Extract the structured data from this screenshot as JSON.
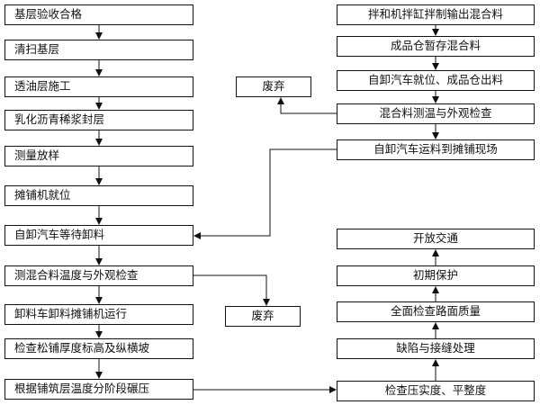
{
  "left_flow": [
    "基层验收合格",
    "清扫基层",
    "透油层施工",
    "乳化沥青稀浆封层",
    "测量放样",
    "摊铺机就位",
    "自卸汽车等待卸料",
    "测混合料温度与外观检查",
    "卸料车卸料摊铺机运行",
    "检查松铺厚度标高及纵横坡",
    "根据铺筑层温度分阶段碾压"
  ],
  "right_top_flow": [
    "拌和机拌缸拌制输出混合料",
    "成品仓暂存混合料",
    "自卸汽车就位、成品仓出料",
    "混合料测温与外观检查",
    "自卸汽车运料到摊铺现场"
  ],
  "right_bottom_flow": [
    "开放交通",
    "初期保护",
    "全面检查路面质量",
    "缺陷与接缝处理",
    "检查压实度、平整度"
  ],
  "reject_top": "废弃",
  "reject_bottom": "废弃"
}
